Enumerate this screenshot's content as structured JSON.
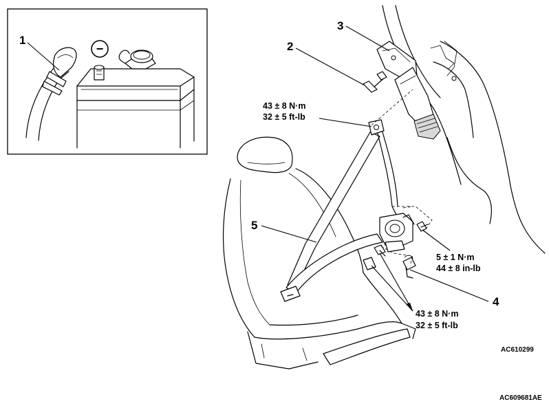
{
  "inset": {
    "callout": "1",
    "terminal_symbol": "−"
  },
  "callouts": {
    "c2": "2",
    "c3": "3",
    "c4": "4",
    "c5": "5"
  },
  "torques": {
    "upper_anchor": {
      "metric": "43 ± 8 N·m",
      "imperial": "32 ± 5 ft-lb"
    },
    "retractor_bolt": {
      "metric": "5 ± 1 N·m",
      "imperial": "44 ± 8 in-lb"
    },
    "lower_anchor": {
      "metric": "43 ± 8 N·m",
      "imperial": "32 ± 5 ft-lb"
    }
  },
  "codes": {
    "sub_figure": "AC610299",
    "figure": "AC609681AE"
  }
}
